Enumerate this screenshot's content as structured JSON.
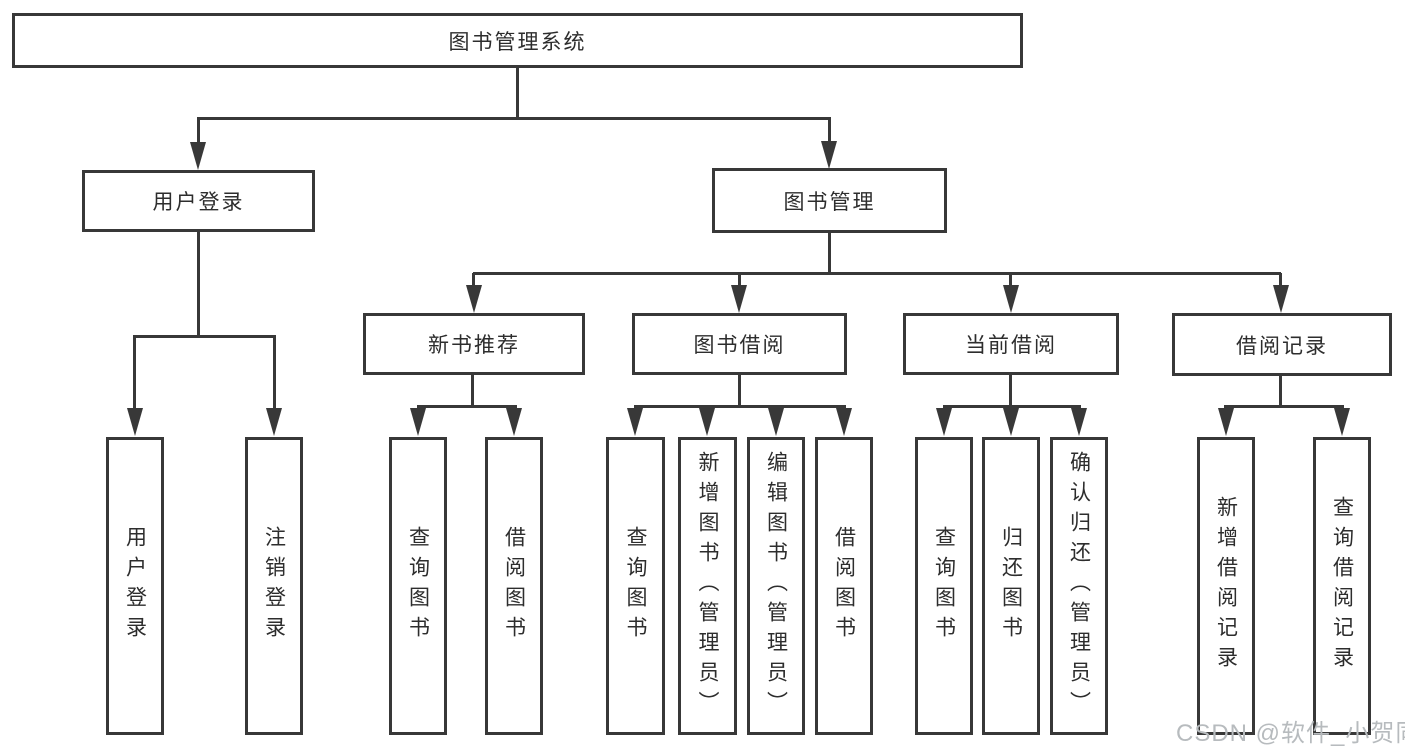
{
  "diagram": {
    "title_node": {
      "label": "图书管理系统"
    },
    "level2": [
      {
        "label": "用户登录"
      },
      {
        "label": "图书管理"
      }
    ],
    "level3": [
      {
        "label": "新书推荐"
      },
      {
        "label": "图书借阅"
      },
      {
        "label": "当前借阅"
      },
      {
        "label": "借阅记录"
      }
    ],
    "leaves": [
      {
        "label": "用户登录",
        "parent": "用户登录"
      },
      {
        "label": "注销登录",
        "parent": "用户登录"
      },
      {
        "label": "查询图书",
        "parent": "新书推荐"
      },
      {
        "label": "借阅图书",
        "parent": "新书推荐"
      },
      {
        "label": "查询图书",
        "parent": "图书借阅"
      },
      {
        "label": "新增图书（管理员）",
        "parent": "图书借阅"
      },
      {
        "label": "编辑图书（管理员）",
        "parent": "图书借阅"
      },
      {
        "label": "借阅图书",
        "parent": "图书借阅"
      },
      {
        "label": "查询图书",
        "parent": "当前借阅"
      },
      {
        "label": "归还图书",
        "parent": "当前借阅"
      },
      {
        "label": "确认归还（管理员）",
        "parent": "当前借阅"
      },
      {
        "label": "新增借阅记录",
        "parent": "借阅记录"
      },
      {
        "label": "查询借阅记录",
        "parent": "借阅记录"
      }
    ]
  },
  "watermark": {
    "text": "CSDN @软件_小贺同学"
  },
  "colors": {
    "line": "#383838",
    "box_border": "#383838",
    "text": "#2d2d2d",
    "background": "#ffffff",
    "watermark": "#b7bbbe"
  }
}
